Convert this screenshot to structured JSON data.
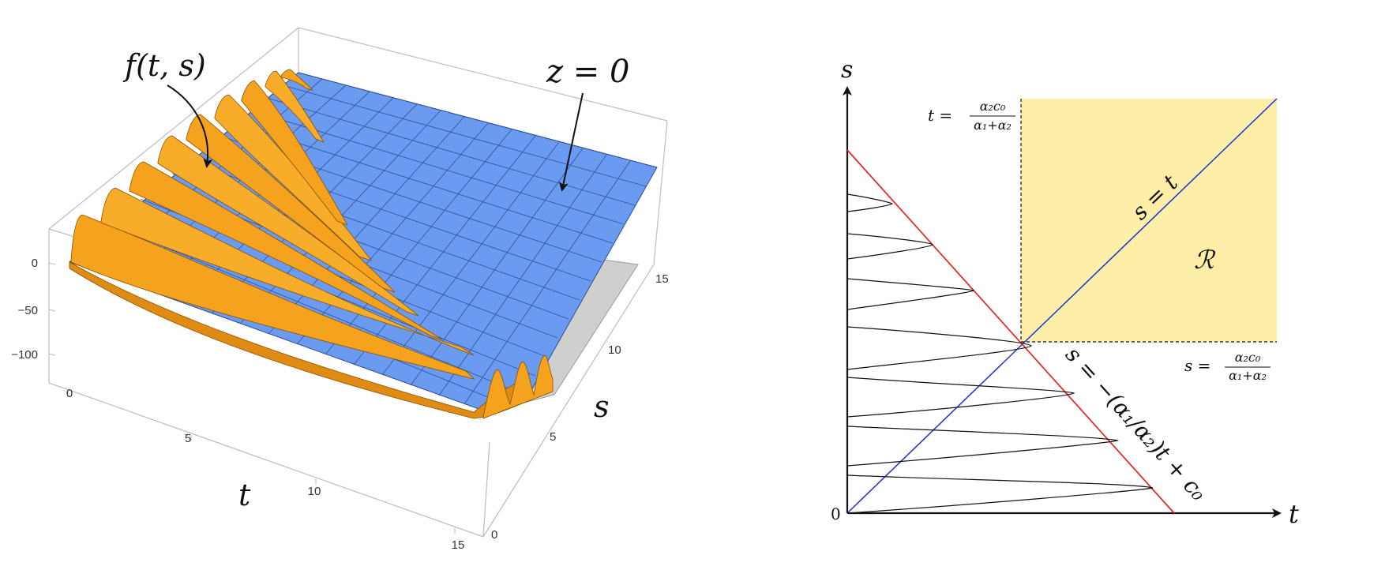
{
  "colors": {
    "surface_orange": "#f4a21c",
    "surface_dark": "#c7770a",
    "plane_blue": "#6699ee",
    "plane_grid": "#2b4d8a",
    "gray_face": "#cccccc",
    "region_fill": "#fdeea8",
    "line_red": "#e8231f",
    "line_blue": "#1f2fd6",
    "curve_black": "#111111"
  },
  "left_plot": {
    "label_f": "f(t, s)",
    "label_z": "z = 0",
    "axis_t_label": "t",
    "axis_s_label": "s",
    "z_ticks": [
      "0",
      "−50",
      "−100"
    ],
    "t_ticks": [
      "0",
      "5",
      "10",
      "15"
    ],
    "s_ticks": [
      "0",
      "5",
      "10",
      "15"
    ]
  },
  "right_plot": {
    "axis_s_label": "s",
    "axis_t_label": "t",
    "origin_label": "0",
    "t_eq_prefix": "t =",
    "t_eq_num": "α₂c₀",
    "t_eq_den": "α₁+α₂",
    "s_eq_prefix": "s =",
    "s_eq_num": "α₂c₀",
    "s_eq_den": "α₁+α₂",
    "diag_label": "s = t",
    "region_label": "ℛ",
    "line_label": "s = −(α₁/α₂)t + c₀"
  }
}
